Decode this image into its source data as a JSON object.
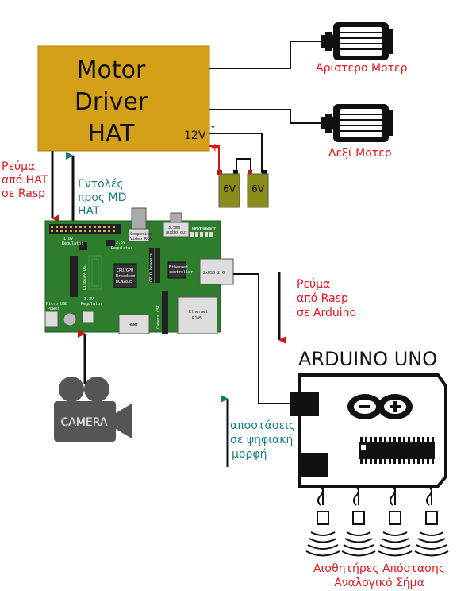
{
  "motor_driver": {
    "line1": "Motor",
    "line2": "Driver",
    "line3": "HAT",
    "voltage": "12V",
    "minus": "-",
    "plus": "+"
  },
  "motors": {
    "left_label": "Αριστερο Μοτερ",
    "right_label": "Δεξί Μοτερ"
  },
  "batteries": {
    "cell1": "6V",
    "cell2": "6V"
  },
  "flows": {
    "power_hat_rasp": [
      "Ρεύμα",
      "από HAT",
      "σε Rasp"
    ],
    "commands_md": [
      "Εντολές",
      "προς MD",
      "HAT"
    ],
    "power_rasp_arduino": [
      "Ρεύμα",
      "από Rasp",
      "σε Arduino"
    ],
    "digital_distances": [
      "αποστάσεις",
      "σε ψηφιακή",
      "μορφή"
    ]
  },
  "raspberry": {
    "label_1v8": "1.8V",
    "label_1v8b": "Regulator",
    "label_composite": "Composite",
    "label_composite2": "Video RCA",
    "label_audio": "3.5mm",
    "label_audio2": "audio out",
    "label_2v5": "2.5V",
    "label_2v5b": "Regulator",
    "label_cpu1": "CPU/GPU",
    "label_cpu2": "Broadcom",
    "label_cpu3": "BCM2835",
    "label_display": "Display DSI",
    "label_gpio": "GPIO headers",
    "label_ethctrl": "Ethernet",
    "label_ethctrl2": "controller",
    "label_usb": "2xUSB 2.0",
    "label_microusb": "Micro-USB",
    "label_microusb2": "Power",
    "label_3v3": "3.3V",
    "label_3v3b": "Regulator",
    "label_hdmi": "HDMI",
    "label_camera": "Camera CSI",
    "label_ethernet": "Ethernet",
    "label_ethernet2": "RJ45",
    "led_labels": [
      "LNK",
      "FDX",
      "100",
      "PWR",
      "ACT"
    ]
  },
  "camera": {
    "label": "CAMERA"
  },
  "arduino": {
    "title": "ARDUINO UNO"
  },
  "sensors": {
    "label_line1": "Αισθητήρες Απόστασης",
    "label_line2": "Αναλογικό Σήμα"
  },
  "colors": {
    "hat": "#d4a017",
    "pcb": "#2d7d2d",
    "red_label": "#e8141c",
    "teal_label": "#1a7f86",
    "battery": "#8b8b1a",
    "arrow_red": "#cc1111",
    "arrow_teal": "#137a7a"
  }
}
